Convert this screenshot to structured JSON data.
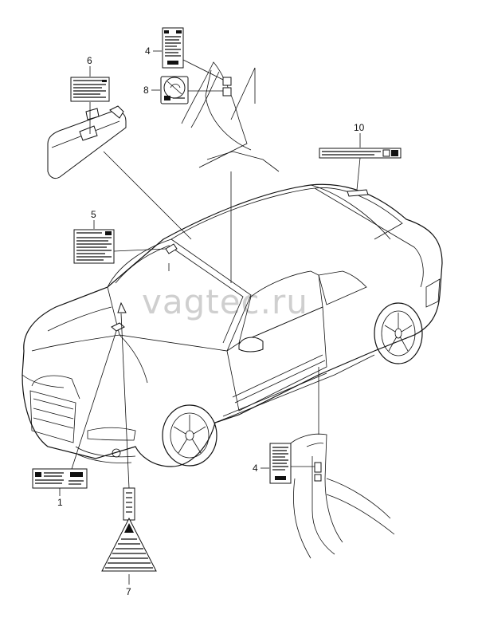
{
  "watermark": "vagtec.ru",
  "callouts": {
    "c1": "1",
    "c4a": "4",
    "c4b": "4",
    "c5": "5",
    "c6": "6",
    "c7": "7",
    "c8": "8",
    "c10": "10"
  }
}
